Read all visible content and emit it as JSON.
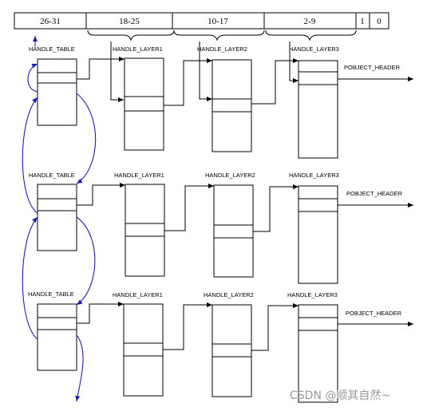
{
  "bit_fields": [
    "26-31",
    "18-25",
    "10-17",
    "2-9",
    "1",
    "0"
  ],
  "rows": [
    {
      "table_label": "HANDLE_TABLE",
      "layer_labels": [
        "HANDLE_LAYER1",
        "HANDLE_LAYER2",
        "HANDLE_LAYER3"
      ],
      "object_label": "POBJECT_HEADER"
    },
    {
      "table_label": "HANDLE_TABLE",
      "layer_labels": [
        "HANDLE_LAYER1",
        "HANDLE_LAYER2",
        "HANDLE_LAYER3"
      ],
      "object_label": "POBJECT_HEADER"
    },
    {
      "table_label": "HANDLE_TABLE",
      "layer_labels": [
        "HANDLE_LAYER1",
        "HANDLE_LAYER2",
        "HANDLE_LAYER3"
      ],
      "object_label": "POBJECT_HEADER"
    }
  ],
  "watermark": "CSDN @顺其自然~",
  "colors": {
    "link": "#1f1fb8",
    "stroke": "#000000"
  }
}
